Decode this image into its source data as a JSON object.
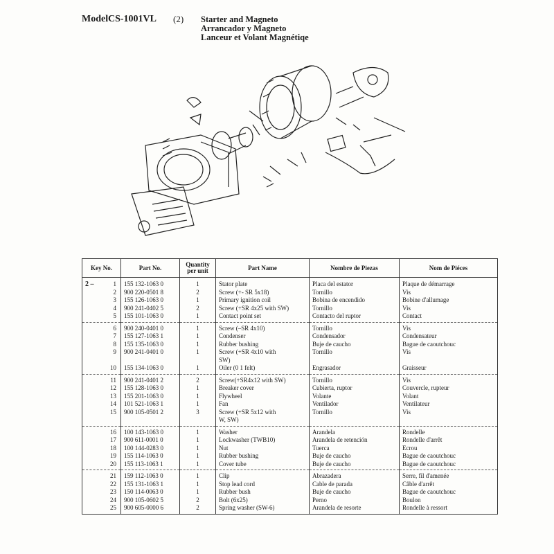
{
  "header": {
    "model_label": "Model",
    "model_number": "CS-1001VL",
    "section": "(2)",
    "title_en": "Starter and Magneto",
    "title_es": "Arrancador y Magneto",
    "title_fr": "Lanceur et Volant Magnétiqe"
  },
  "table": {
    "headers": {
      "key": "Key No.",
      "part": "Part No.",
      "qty": "Quantity per unit",
      "name": "Part Name",
      "es": "Nombre de Piezas",
      "fr": "Nom de Piéces"
    },
    "group_mark": "2 –",
    "rows": [
      {
        "key": "1",
        "part": "155 132-1063 0",
        "qty": "1",
        "name": "Stator plate",
        "es": "Placa del estator",
        "fr": "Plaque de démarrage",
        "group": 1
      },
      {
        "key": "2",
        "part": "900 220-0501 8",
        "qty": "2",
        "name": "Screw (+- SR 5x18)",
        "es": "Tornillo",
        "fr": "Vis",
        "group": 1
      },
      {
        "key": "3",
        "part": "155 126-1063 0",
        "qty": "1",
        "name": "Primary ignition coil",
        "es": "Bobina de encendido",
        "fr": "Bobine d'allumage",
        "group": 1
      },
      {
        "key": "4",
        "part": "900 241-0402 5",
        "qty": "2",
        "name": "Screw (+SR 4x25 with SW)",
        "es": "Tornillo",
        "fr": "Vis",
        "group": 1
      },
      {
        "key": "5",
        "part": "155 101-1063 0",
        "qty": "1",
        "name": "Contact point set",
        "es": "Contacto del ruptor",
        "fr": "Contact",
        "group": 1
      },
      {
        "key": "6",
        "part": "900 240-0401 0",
        "qty": "1",
        "name": "Screw (–SR 4x10)",
        "es": "Tornillo",
        "fr": "Vis",
        "group": 2
      },
      {
        "key": "7",
        "part": "155 127-1063 1",
        "qty": "1",
        "name": "Condenser",
        "es": "Condensador",
        "fr": "Condensateur",
        "group": 2
      },
      {
        "key": "8",
        "part": "155 135-1063 0",
        "qty": "1",
        "name": "Rubber bushing",
        "es": "Buje de caucho",
        "fr": "Bague de caoutchouc",
        "group": 2
      },
      {
        "key": "9",
        "part": "900 241-0401 0",
        "qty": "1",
        "name": "Screw (+SR 4x10 with",
        "es": "Tornillo",
        "fr": "Vis",
        "group": 2
      },
      {
        "key": "",
        "part": "",
        "qty": "",
        "name": "SW)",
        "es": "",
        "fr": "",
        "group": 2
      },
      {
        "key": "10",
        "part": "155 134-1063 0",
        "qty": "1",
        "name": "Oiler (0 1 felt)",
        "es": "Engrasador",
        "fr": "Graisseur",
        "group": 2
      },
      {
        "key": "11",
        "part": "900 241-0401 2",
        "qty": "2",
        "name": "Screw(+SR4x12 with SW)",
        "es": "Tornillo",
        "fr": "Vis",
        "group": 3
      },
      {
        "key": "12",
        "part": "155 128-1063 0",
        "qty": "1",
        "name": "Breaker cover",
        "es": "Cubierta, ruptor",
        "fr": "Couvercle, rupteur",
        "group": 3
      },
      {
        "key": "13",
        "part": "155 201-1063 0",
        "qty": "1",
        "name": "Flywheel",
        "es": "Volante",
        "fr": "Volant",
        "group": 3
      },
      {
        "key": "14",
        "part": "101 521-1063 1",
        "qty": "1",
        "name": "Fan",
        "es": "Ventilador",
        "fr": "Ventilateur",
        "group": 3
      },
      {
        "key": "15",
        "part": "900 105-0501 2",
        "qty": "3",
        "name": "Screw (+SR 5x12 with",
        "es": "Tornillo",
        "fr": "Vis",
        "group": 3
      },
      {
        "key": "",
        "part": "",
        "qty": "",
        "name": "W, SW)",
        "es": "",
        "fr": "",
        "group": 3
      },
      {
        "key": "16",
        "part": "100 143-1063 0",
        "qty": "1",
        "name": "Washer",
        "es": "Arandela",
        "fr": "Rondelle",
        "group": 4
      },
      {
        "key": "17",
        "part": "900 611-0001 0",
        "qty": "1",
        "name": "Lockwasher (TWB10)",
        "es": "Arandela de retención",
        "fr": "Rondelle d'arrêt",
        "group": 4
      },
      {
        "key": "18",
        "part": "100 144-0283 0",
        "qty": "1",
        "name": "Nut",
        "es": "Tuerca",
        "fr": "Ecrou",
        "group": 4
      },
      {
        "key": "19",
        "part": "155 114-1063 0",
        "qty": "1",
        "name": "Rubber bushing",
        "es": "Buje de caucho",
        "fr": "Bague de caoutchouc",
        "group": 4
      },
      {
        "key": "20",
        "part": "155 113-1063 1",
        "qty": "1",
        "name": "Cover tube",
        "es": "Buje de caucho",
        "fr": "Bague de caoutchouc",
        "group": 4
      },
      {
        "key": "21",
        "part": "159 112-1063 0",
        "qty": "1",
        "name": "Clip",
        "es": "Abrazadera",
        "fr": "Serre, fil d'amenée",
        "group": 5
      },
      {
        "key": "22",
        "part": "155 131-1063 1",
        "qty": "1",
        "name": "Stop lead cord",
        "es": "Cable de parada",
        "fr": "Câble d'arrêt",
        "group": 5
      },
      {
        "key": "23",
        "part": "150 114-0063 0",
        "qty": "1",
        "name": "Rubber bush",
        "es": "Buje de caucho",
        "fr": "Bague de caoutchouc",
        "group": 5
      },
      {
        "key": "24",
        "part": "900 105-0602 5",
        "qty": "2",
        "name": "Bolt (6x25)",
        "es": "Perno",
        "fr": "Boulon",
        "group": 5
      },
      {
        "key": "25",
        "part": "900 605-0000 6",
        "qty": "2",
        "name": "Spring washer (SW-6)",
        "es": "Arandela de resorte",
        "fr": "Rondelle à ressort",
        "group": 5
      }
    ]
  }
}
